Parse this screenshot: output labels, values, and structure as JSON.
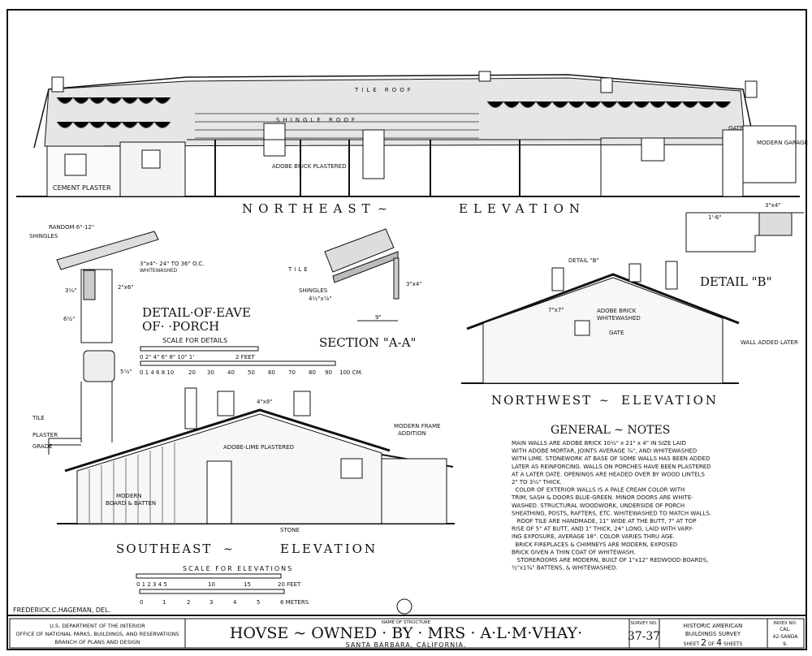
{
  "northeast": {
    "title_left": "NORTHEAST",
    "title_right": "ELEVATION",
    "labels": {
      "tile_roof": "TILE ROOF",
      "shingle_roof": "SHINGLE ROOF",
      "cement_plaster": "CEMENT PLASTER",
      "adobe_brick_plastered": "ADOBE BRICK PLASTERED",
      "gate": "GATE",
      "modern_garage": "MODERN GARAGE"
    }
  },
  "eave_detail": {
    "title_line1": "DETAIL·OF·EAVE",
    "title_line2": "OF·  ·PORCH",
    "labels": {
      "random": "RANDOM·6\"-12\"",
      "shingles": "SHINGLES",
      "rafter": "3\"x4\"- 24\" TO 36\" O.C.",
      "whitewashed": "WHITEWASHED",
      "plate": "2\"x6\"",
      "dim1": "3½\"",
      "dim2": "6½\"",
      "dim3": "5⅞\"",
      "tile": "TILE",
      "plaster": "PLASTER",
      "grade": "GRADE"
    },
    "scale_title": "SCALE FOR DETAILS",
    "scale_feet": [
      "0",
      "2\"",
      "4\"",
      "6\"",
      "8\"",
      "10\"",
      "1'",
      "2 FEET"
    ],
    "scale_cm": [
      "0 1 4 6 8 10",
      "20",
      "30",
      "40",
      "50",
      "60",
      "70",
      "80",
      "90",
      "100 CM."
    ]
  },
  "section_aa": {
    "title": "SECTION \"A-A\"",
    "labels": {
      "tile": "TILE",
      "shingles": "SHINGLES",
      "board": "4½\"x⅞\"",
      "dim": "3\"x4\"",
      "width": "9\""
    }
  },
  "detail_b": {
    "title": "DETAIL \"B\"",
    "labels": {
      "size": "3\"x4\"",
      "offset": "1'-6\""
    }
  },
  "northwest": {
    "title_left": "NORTHWEST",
    "title_right": "ELEVATION",
    "labels": {
      "detail_b": "DETAIL \"B\"",
      "post": "7\"x7\"",
      "adobe": "ADOBE BRICK",
      "whitewashed": "WHITEWASHED",
      "gate": "GATE",
      "wall_added": "WALL ADDED LATER"
    }
  },
  "southeast": {
    "title_left": "SOUTHEAST",
    "title_right": "ELEVATION",
    "labels": {
      "adobe_lime": "ADOBE-LIME PLASTERED",
      "modern_frame": "MODERN FRAME",
      "addition": "ADDITION",
      "modern_board": "MODERN",
      "board_batten": "BOARD & BATTEN",
      "stone": "STONE",
      "beam": "4\"x8\""
    }
  },
  "general_notes": {
    "title": "GENERAL ~ NOTES",
    "lines": [
      "MAIN WALLS ARE ADOBE BRICK 10½\" x 21\" x 4\" IN SIZE LAID",
      "WITH ADOBE MORTAR, JOINTS AVERAGE ¾\", AND WHITEWASHED",
      "WITH LIME. STONEWORK AT BASE OF SOME WALLS HAS BEEN ADDED",
      "LATER AS REINFORCING. WALLS ON PORCHES HAVE BEEN PLASTERED",
      "AT A LATER DATE. OPENINGS ARE HEADED OVER BY WOOD LINTELS",
      "2\" TO 3½\" THICK.",
      "  COLOR OF EXTERIOR WALLS IS A PALE CREAM COLOR WITH",
      "TRIM, SASH & DOORS BLUE-GREEN. MINOR DOORS ARE WHITE-",
      "WASHED. STRUCTURAL WOODWORK, UNDERSIDE OF PORCH",
      "SHEATHING, POSTS, RAFTERS, ETC. WHITEWASHED TO MATCH WALLS.",
      "   ROOF TILE ARE HANDMADE, 11\" WIDE AT THE BUTT, 7\" AT TOP",
      "RISE OF 5\" AT BUTT, AND 1\" THICK, 24\" LONG, LAID WITH VARY-",
      "ING EXPOSURE, AVERAGE 18\". COLOR VARIES THRU AGE.",
      "  BRICK FIREPLACES & CHIMNEYS ARE MODERN, EXPOSED",
      "BRICK GIVEN A THIN COAT OF WHITEWASH.",
      "   STOREROOMS ARE MODERN, BUILT OF 1\"x12\" REDWOOD BOARDS,",
      "½\"x1¾\" BATTENS, & WHITEWASHED."
    ]
  },
  "elevation_scale": {
    "title": "SCALE FOR ELEVATIONS",
    "feet": [
      "0 1 2 3 4 5",
      "10",
      "15",
      "20 FEET"
    ],
    "meters": [
      "0",
      "1",
      "2",
      "3",
      "4",
      "5",
      "6 METERS"
    ]
  },
  "delineator": "FREDERICK.C.HAGEMAN, DEL.",
  "title_block": {
    "agency_line1": "U.S. DEPARTMENT OF THE INTERIOR",
    "agency_line2": "OFFICE OF NATIONAL PARKS, BUILDINGS, AND RESERVATIONS",
    "agency_line3": "BRANCH OF PLANS AND DESIGN",
    "name_caption": "NAME OF STRUCTURE",
    "structure_name": "HOVSE ~ OWNED · BY · MRS · A·L·M·VHAY·",
    "location": "SANTA BARBARA, CALIFORNIA.",
    "survey_caption": "SURVEY NO.",
    "survey_no": "37-37",
    "survey_name_line1": "HISTORIC AMERICAN",
    "survey_name_line2": "BUILDINGS SURVEY",
    "sheet_label": "SHEET",
    "sheet_no": "2",
    "of_label": "OF",
    "sheet_total": "4",
    "sheets_label": "SHEETS",
    "index_caption": "INDEX NO.",
    "index_line1": "CAL.",
    "index_line2": "42-SANDA",
    "index_line3": "9."
  }
}
